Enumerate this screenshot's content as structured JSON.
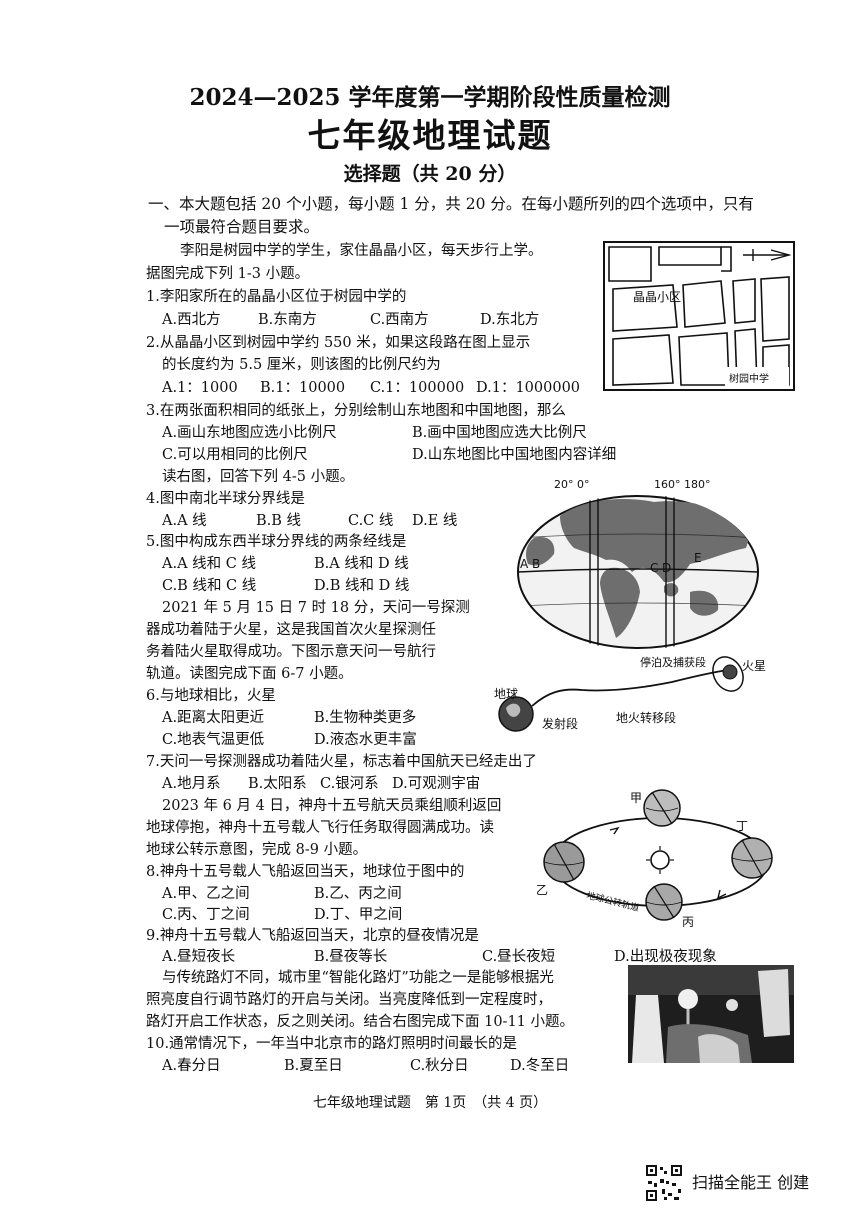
{
  "header": {
    "title1": "2024—2025 学年度第一学期阶段性质量检测",
    "title2": "七年级地理试题",
    "title3": "选择题（共 20 分）"
  },
  "intro": {
    "line1": "一、本大题包括 20 个小题，每小题 1 分，共 20 分。在每小题所列的四个选项中，只有",
    "line2": "一项最符合题目要求。"
  },
  "passage1": {
    "line1": "李阳是树园中学的学生，家住晶晶小区，每天步行上学。",
    "line2": "据图完成下列 1-3 小题。"
  },
  "q1": {
    "stem": "1.李阳家所在的晶晶小区位于树园中学的",
    "a": "A.西北方",
    "b": "B.东南方",
    "c": "C.西南方",
    "d": "D.东北方"
  },
  "q2": {
    "stem1": "2.从晶晶小区到树园中学约 550 米，如果这段路在图上显示",
    "stem2": "的长度约为 5.5 厘米，则该图的比例尺约为",
    "a": "A.1：1000",
    "b": "B.1：10000",
    "c": "C.1：100000",
    "d": "D.1：1000000"
  },
  "q3": {
    "stem": "3.在两张面积相同的纸张上，分别绘制山东地图和中国地图，那么",
    "a": "A.画山东地图应选小比例尺",
    "b": "B.画中国地图应选大比例尺",
    "c": "C.可以用相同的比例尺",
    "d": "D.山东地图比中国地图内容详细"
  },
  "passage2": {
    "line1": "读右图，回答下列 4-5 小题。"
  },
  "q4": {
    "stem": "4.图中南北半球分界线是",
    "a": "A.A 线",
    "b": "B.B 线",
    "c": "C.C 线",
    "d": "D.E 线"
  },
  "q5": {
    "stem": "5.图中构成东西半球分界线的两条经线是",
    "a": "A.A 线和 C 线",
    "b": "B.A 线和 D 线",
    "c": "C.B 线和 C 线",
    "d": "D.B 线和 D 线"
  },
  "passage3": {
    "line1": "2021 年 5 月 15 日 7 时 18 分，天问一号探测",
    "line2": "器成功着陆于火星，这是我国首次火星探测任",
    "line3": "务着陆火星取得成功。下图示意天问一号航行",
    "line4": "轨道。读图完成下面 6-7 小题。"
  },
  "q6": {
    "stem": "6.与地球相比，火星",
    "a": "A.距离太阳更近",
    "b": "B.生物种类更多",
    "c": "C.地表气温更低",
    "d": "D.液态水更丰富"
  },
  "q7": {
    "stem": "7.天问一号探测器成功着陆火星，标志着中国航天已经走出了",
    "a": "A.地月系",
    "b": "B.太阳系",
    "c": "C.银河系",
    "d": "D.可观测宇宙"
  },
  "passage4": {
    "line1": "2023 年 6 月 4 日，神舟十五号航天员乘组顺利返回",
    "line2": "地球停抱，神舟十五号载人飞行任务取得圆满成功。读",
    "line3": "地球公转示意图，完成 8-9 小题。"
  },
  "q8": {
    "stem": "8.神舟十五号载人飞船返回当天，地球位于图中的",
    "a": "A.甲、乙之间",
    "b": "B.乙、丙之间",
    "c": "C.丙、丁之间",
    "d": "D.丁、甲之间"
  },
  "q9": {
    "stem": "9.神舟十五号载人飞船返回当天，北京的昼夜情况是",
    "a": "A.昼短夜长",
    "b": "B.昼夜等长",
    "c": "C.昼长夜短",
    "d": "D.出现极夜现象"
  },
  "passage5": {
    "line1": "与传统路灯不同，城市里“智能化路灯”功能之一是能够根据光",
    "line2": "照亮度自行调节路灯的开启与关闭。当亮度降低到一定程度时，",
    "line3": "路灯开启工作状态，反之则关闭。结合右图完成下面 10-11 小题。"
  },
  "q10": {
    "stem": "10.通常情况下，一年当中北京市的路灯照明时间最长的是",
    "a": "A.春分日",
    "b": "B.夏至日",
    "c": "C.秋分日",
    "d": "D.冬至日"
  },
  "map1": {
    "label_district": "晶晶小区",
    "label_school": "树园中学"
  },
  "globe": {
    "lon1": "20° 0°",
    "lon2": "160° 180°",
    "line_a": "A",
    "line_b": "B",
    "line_c": "C",
    "line_d": "D",
    "line_e": "E"
  },
  "mars": {
    "label_earth": "地球",
    "label_launch": "发射段",
    "label_transfer": "地火转移段",
    "label_parking": "停泊及捕获段",
    "label_mars": "火星"
  },
  "orbit": {
    "jia": "甲",
    "yi": "乙",
    "bing": "丙",
    "ding": "丁",
    "orbit_label": "地球公转轨道"
  },
  "footer": {
    "page": "七年级地理试题　第 1页　（共 4 页）",
    "brand": "扫描全能王 创建"
  }
}
